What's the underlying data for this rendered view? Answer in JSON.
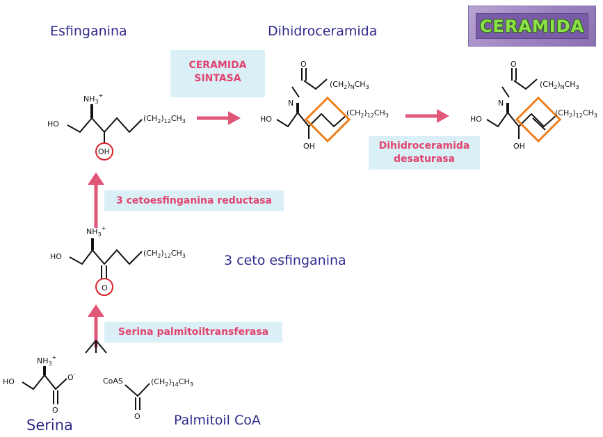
{
  "badge": {
    "label": "CERAMIDA"
  },
  "labels": {
    "esfinganina": "Esfinganina",
    "dihidroceramida": "Dihidroceramida",
    "ceto_esfinganina": "3 ceto esfinganina",
    "serina": "Serina",
    "palmitoil_coa": "Palmitoil CoA"
  },
  "enzymes": {
    "ceramida_sintasa_line1": "CERAMIDA",
    "ceramida_sintasa_line2": "SINTASA",
    "reductasa": "3 cetoesfinganina reductasa",
    "desaturasa_line1": "Dihidroceramida",
    "desaturasa_line2": "desaturasa",
    "transferasa": "Serina palmitoiltransferasa"
  },
  "molecules": {
    "esfinganina": {
      "ho": "HO",
      "amine": "NH",
      "amine_sub": "3",
      "amine_sup": "+",
      "chain": "(CH",
      "chain_sub": "2",
      "chain_mid": ")",
      "chain_n": "12",
      "chain_end": "CH",
      "chain_end_sub": "3",
      "oh": "OH"
    },
    "ceto": {
      "ho": "HO",
      "amine": "NH",
      "amine_sub": "3",
      "amine_sup": "+",
      "chain": "(CH",
      "chain_sub": "2",
      "chain_mid": ")",
      "chain_n": "12",
      "chain_end": "CH",
      "chain_end_sub": "3",
      "o": "O"
    },
    "dihidro": {
      "ho": "HO",
      "n": "N",
      "o_top": "O",
      "acyl": "(CH",
      "acyl_sub": "2",
      "acyl_mid": ")",
      "acyl_n": "N",
      "acyl_end": "CH",
      "acyl_end_sub": "3",
      "chain": "(CH",
      "chain_sub": "2",
      "chain_mid": ")",
      "chain_n": "12",
      "chain_end": "CH",
      "chain_end_sub": "3",
      "oh": "OH"
    },
    "ceramida": {
      "ho": "HO",
      "n": "N",
      "o_top": "O",
      "acyl": "(CH",
      "acyl_sub": "2",
      "acyl_mid": ")",
      "acyl_n": "N",
      "acyl_end": "CH",
      "acyl_end_sub": "3",
      "chain": "(CH",
      "chain_sub": "2",
      "chain_mid": ")",
      "chain_n": "12",
      "chain_end": "CH",
      "chain_end_sub": "3",
      "oh": "OH"
    },
    "serina": {
      "ho": "HO",
      "amine": "NH",
      "amine_sub": "3",
      "amine_sup": "+",
      "o_minus": "O",
      "o_minus_sup": "-",
      "o": "O"
    },
    "palmitoil": {
      "coas": "CoAS",
      "chain": "(CH",
      "chain_sub": "2",
      "chain_mid": ")",
      "chain_n": "14",
      "chain_end": "CH",
      "chain_end_sub": "3",
      "o": "O"
    }
  },
  "colors": {
    "label_text": "#2e2a8c",
    "enzyme_text": "#e0456e",
    "enzyme_bg": "#dbeff7",
    "arrow": "#e0577a",
    "highlight_circle": "#d8232a",
    "highlight_box": "#f07f1c",
    "badge_bg": "#7a5ba8",
    "badge_text": "#8ee14a"
  }
}
